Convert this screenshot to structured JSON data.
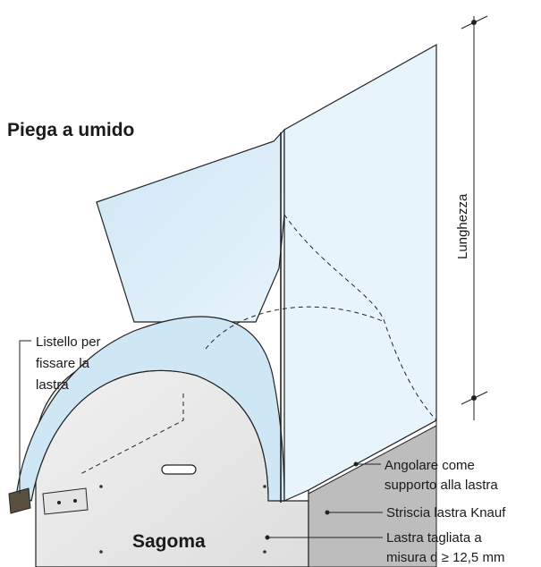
{
  "title": "Piega a umido",
  "labels": {
    "listello_line1": "Listello per",
    "listello_line2": "fissare la",
    "listello_line3": "lastra",
    "angolare_line1": "Angolare come",
    "angolare_line2": "supporto alla lastra",
    "striscia": "Striscia lastra Knauf",
    "lastra_line1": "Lastra tagliata a",
    "lastra_line2": "misura d ≥ 12,5 mm",
    "sagoma": "Sagoma",
    "lunghezza": "Lunghezza"
  },
  "colors": {
    "board_fill": "#d8ecf7",
    "board_edge": "#b3d6ef",
    "outline": "#222222",
    "sagoma_fill": "#ebebeb",
    "support_fill": "#b8b8b8"
  }
}
